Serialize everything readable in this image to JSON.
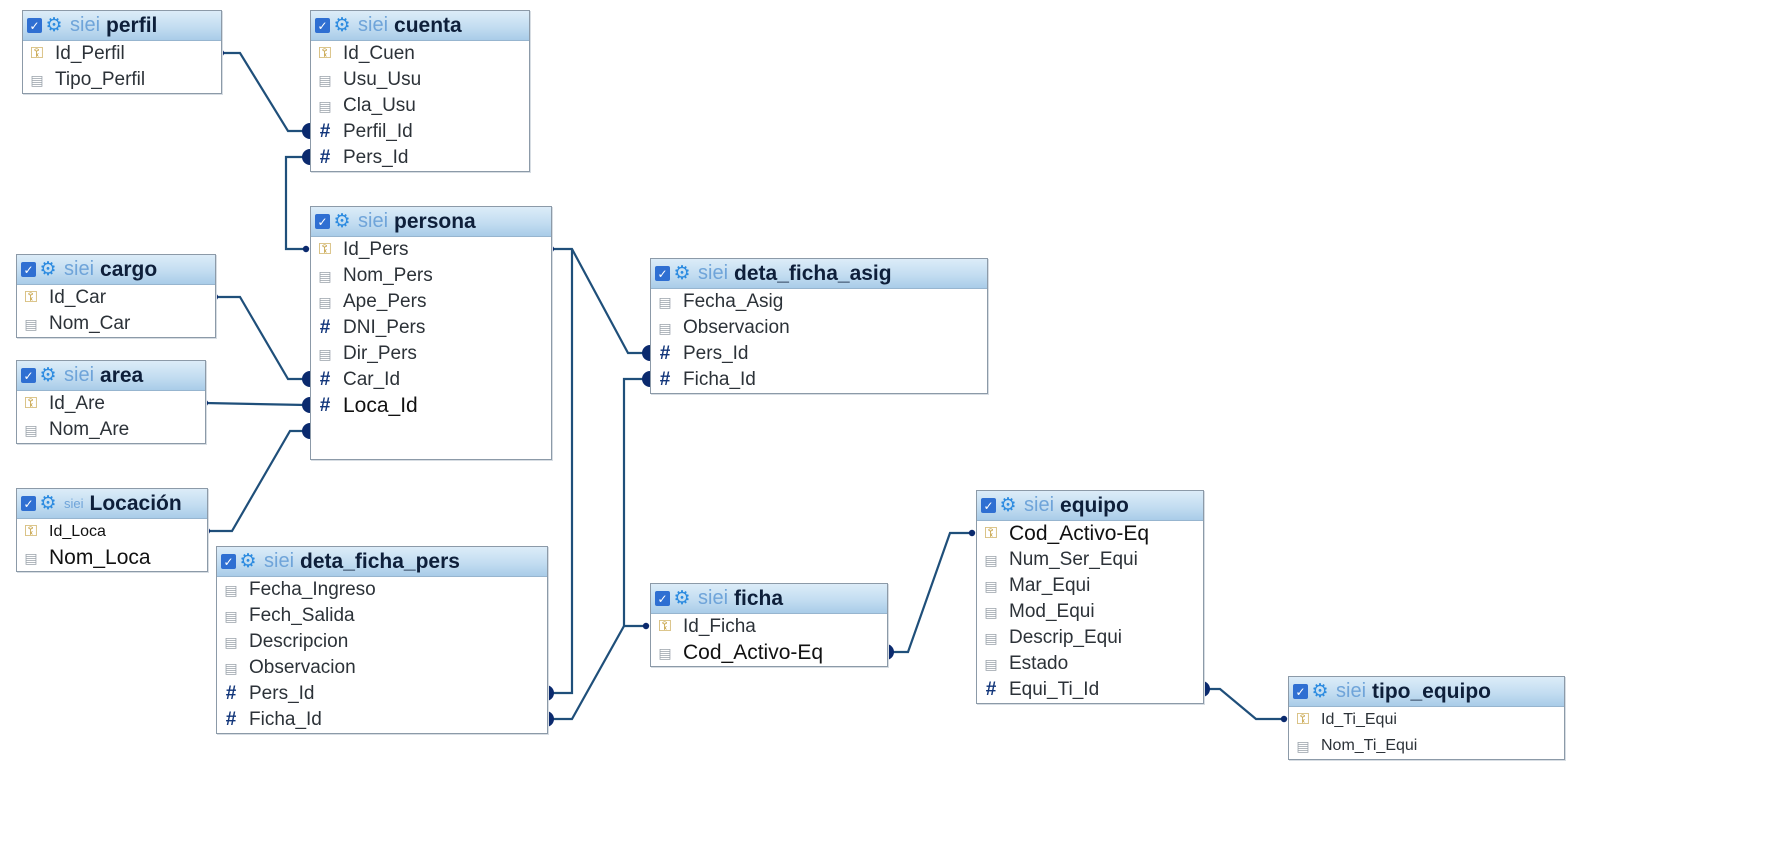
{
  "schema_prefix": "siei",
  "tables": {
    "perfil": {
      "name": "perfil",
      "columns": [
        {
          "name": "Id_Perfil",
          "type": "key"
        },
        {
          "name": "Tipo_Perfil",
          "type": "text"
        }
      ]
    },
    "cuenta": {
      "name": "cuenta",
      "columns": [
        {
          "name": "Id_Cuen",
          "type": "key"
        },
        {
          "name": "Usu_Usu",
          "type": "text"
        },
        {
          "name": "Cla_Usu",
          "type": "text"
        },
        {
          "name": "Perfil_Id",
          "type": "number"
        },
        {
          "name": "Pers_Id",
          "type": "number"
        }
      ]
    },
    "persona": {
      "name": "persona",
      "columns": [
        {
          "name": "Id_Pers",
          "type": "key"
        },
        {
          "name": "Nom_Pers",
          "type": "text"
        },
        {
          "name": "Ape_Pers",
          "type": "text"
        },
        {
          "name": "DNI_Pers",
          "type": "number"
        },
        {
          "name": "Dir_Pers",
          "type": "text"
        },
        {
          "name": "Car_Id",
          "type": "number"
        },
        {
          "name": "Loca_Id",
          "type": "number"
        }
      ]
    },
    "cargo": {
      "name": "cargo",
      "columns": [
        {
          "name": "Id_Car",
          "type": "key"
        },
        {
          "name": "Nom_Car",
          "type": "text"
        }
      ]
    },
    "area": {
      "name": "area",
      "columns": [
        {
          "name": "Id_Are",
          "type": "key"
        },
        {
          "name": "Nom_Are",
          "type": "text"
        }
      ]
    },
    "locacion": {
      "name": "Locación",
      "columns": [
        {
          "name": "Id_Loca",
          "type": "key"
        },
        {
          "name": "Nom_Loca",
          "type": "text"
        }
      ]
    },
    "deta_ficha_asig": {
      "name": "deta_ficha_asig",
      "columns": [
        {
          "name": "Fecha_Asig",
          "type": "text"
        },
        {
          "name": "Observacion",
          "type": "text"
        },
        {
          "name": "Pers_Id",
          "type": "number"
        },
        {
          "name": "Ficha_Id",
          "type": "number"
        }
      ]
    },
    "deta_ficha_pers": {
      "name": "deta_ficha_pers",
      "columns": [
        {
          "name": "Fecha_Ingreso",
          "type": "text"
        },
        {
          "name": "Fech_Salida",
          "type": "text"
        },
        {
          "name": "Descripcion",
          "type": "text"
        },
        {
          "name": "Observacion",
          "type": "text"
        },
        {
          "name": "Pers_Id",
          "type": "number"
        },
        {
          "name": "Ficha_Id",
          "type": "number"
        }
      ]
    },
    "ficha": {
      "name": "ficha",
      "columns": [
        {
          "name": "Id_Ficha",
          "type": "key"
        },
        {
          "name": "Cod_Activo-Eq",
          "type": "text"
        }
      ]
    },
    "equipo": {
      "name": "equipo",
      "columns": [
        {
          "name": "Cod_Activo-Eq",
          "type": "key"
        },
        {
          "name": "Num_Ser_Equi",
          "type": "text"
        },
        {
          "name": "Mar_Equi",
          "type": "text"
        },
        {
          "name": "Mod_Equi",
          "type": "text"
        },
        {
          "name": "Descrip_Equi",
          "type": "text"
        },
        {
          "name": "Estado",
          "type": "text"
        },
        {
          "name": "Equi_Ti_Id",
          "type": "number"
        }
      ]
    },
    "tipo_equipo": {
      "name": "tipo_equipo",
      "columns": [
        {
          "name": "Id_Ti_Equi",
          "type": "key"
        },
        {
          "name": "Nom_Ti_Equi",
          "type": "text"
        }
      ]
    }
  },
  "relations": [
    {
      "from": "perfil.Id_Perfil",
      "to": "cuenta.Perfil_Id"
    },
    {
      "from": "persona.Id_Pers",
      "to": "cuenta.Pers_Id"
    },
    {
      "from": "cargo.Id_Car",
      "to": "persona.Car_Id"
    },
    {
      "from": "area.Id_Are",
      "to": "persona.Loca_Id"
    },
    {
      "from": "locacion.Id_Loca",
      "to": "persona"
    },
    {
      "from": "persona.Id_Pers",
      "to": "deta_ficha_asig.Pers_Id"
    },
    {
      "from": "persona.Id_Pers",
      "to": "deta_ficha_pers.Pers_Id"
    },
    {
      "from": "ficha.Id_Ficha",
      "to": "deta_ficha_asig.Ficha_Id"
    },
    {
      "from": "ficha.Id_Ficha",
      "to": "deta_ficha_pers.Ficha_Id"
    },
    {
      "from": "equipo.Cod_Activo-Eq",
      "to": "ficha.Cod_Activo-Eq"
    },
    {
      "from": "tipo_equipo.Id_Ti_Equi",
      "to": "equipo.Equi_Ti_Id"
    }
  ],
  "icons": {
    "checkbox": "checkbox-icon",
    "gear": "gear-icon",
    "key": "primary-key-icon",
    "text": "text-column-icon",
    "number": "numeric-column-icon"
  },
  "colors": {
    "header_top": "#dcecf8",
    "header_bottom": "#a9cce8",
    "link": "#1f4f7a",
    "title": "#0e1f3a"
  }
}
